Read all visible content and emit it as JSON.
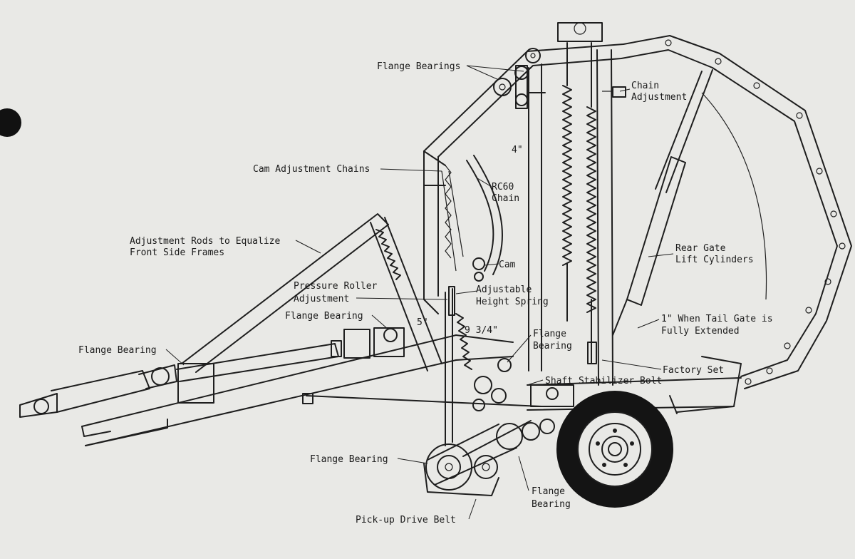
{
  "colors": {
    "paper": "#e9e9e6",
    "ink": "#1e1e1e",
    "tire": "#141414"
  },
  "labels": {
    "flange_bearings_top": "Flange Bearings",
    "chain_adjustment_1": "Chain",
    "chain_adjustment_2": "Adjustment",
    "dim_4in": "4\"",
    "cam_adjustment_chains": "Cam Adjustment Chains",
    "rc60_1": "RC60",
    "rc60_2": "Chain",
    "adj_rods_1": "Adjustment Rods to Equalize",
    "adj_rods_2": "Front Side Frames",
    "rear_gate_1": "Rear Gate",
    "rear_gate_2": "Lift Cylinders",
    "cam": "Cam",
    "pressure_roller_1": "Pressure Roller",
    "pressure_roller_2": "Adjustment",
    "adj_height_1": "Adjustable",
    "adj_height_2": "Height Spring",
    "flange_bearing_mid": "Flange Bearing",
    "tail_gate_1": "1\" When Tail Gate is",
    "tail_gate_2": "Fully Extended",
    "dim_5in": "5\"",
    "dim_9_3_4": "9 3/4\"",
    "flange_bearing_right_1": "Flange",
    "flange_bearing_right_2": "Bearing",
    "flange_bearing_left": "Flange Bearing",
    "factory_set": "Factory Set",
    "shaft_stabilizer": "Shaft Stabilizer Bolt",
    "flange_bearing_low": "Flange Bearing",
    "flange_bearing_bottom_1": "Flange",
    "flange_bearing_bottom_2": "Bearing",
    "pickup_belt": "Pick-up Drive Belt"
  }
}
